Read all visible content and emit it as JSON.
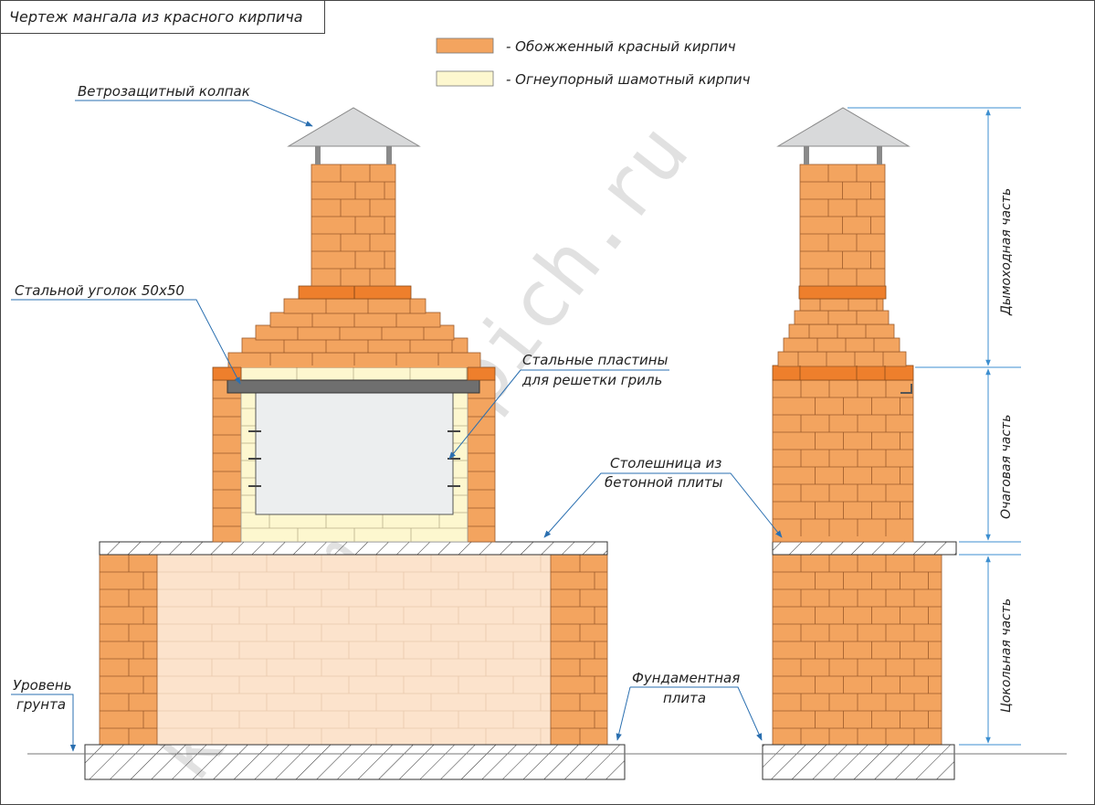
{
  "title": "Чертеж мангала из красного кирпича",
  "legend": [
    {
      "label": "- Обожженный красный кирпич",
      "color": "#f3a45f"
    },
    {
      "label": "- Огнеупорный шамотный кирпич",
      "color": "#fdf7cf"
    }
  ],
  "callouts": {
    "wind_cap": "Ветрозащитный колпак",
    "steel_angle": "Стальной уголок 50х50",
    "grill_plates_1": "Стальные пластины",
    "grill_plates_2": "для решетки гриль",
    "countertop_1": "Столешница из",
    "countertop_2": "бетонной плиты",
    "ground_1": "Уровень",
    "ground_2": "грунта",
    "foundation_1": "Фундаментная",
    "foundation_2": "плита"
  },
  "dimensions": {
    "chimney": "Дымоходная часть",
    "hearth": "Очаговая часть",
    "plinth": "Цокольная часть"
  },
  "watermark": "kladem-kirpich.ru",
  "colors": {
    "red_brick": "#f3a45f",
    "red_brick_dark": "#ee7f2c",
    "fireclay": "#fdf7cf",
    "plinth_infill": "#fce3cc",
    "steel": "#6f6f6f",
    "firebox": "#eceeef",
    "cap": "#d8d9da",
    "dim_line": "#3d8fd0",
    "leader": "#2a6fb0"
  }
}
